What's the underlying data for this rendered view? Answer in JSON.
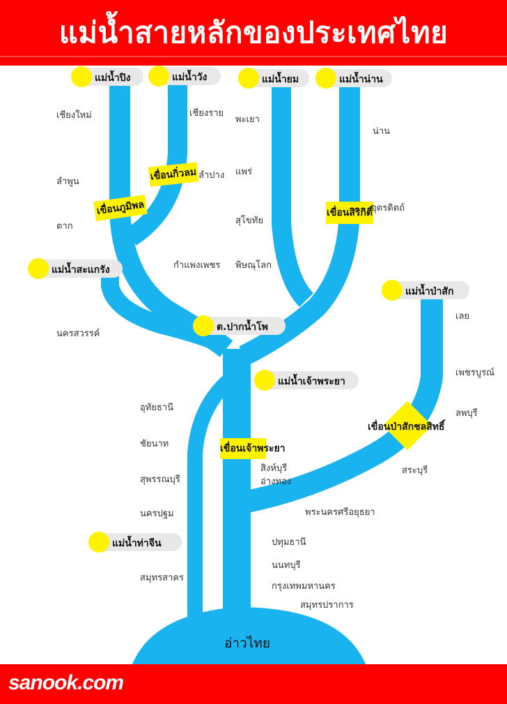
{
  "title": "แม่น้ำสายหลักของประเทศไทย",
  "footer": {
    "logo": "sanook.com"
  },
  "colors": {
    "header": "#ff0000",
    "river": "#19b4f0",
    "marker": "#fff200",
    "pill": "#e8e8e8"
  },
  "rivers": {
    "ping": "แม่น้ำปิง",
    "wang": "แม่น้ำวัง",
    "yom": "แม่น้ำยม",
    "nan": "แม่น้ำน่าน",
    "sakae_krang": "แม่น้ำสะแกรัง",
    "pa_sak": "แม่น้ำป่าสัก",
    "confluence": "ต.ปากน้ำโพ",
    "chao_phraya": "แม่น้ำเจ้าพระยา",
    "tha_chin": "แม่น้ำท่าจีน"
  },
  "dams": {
    "kiw_lom": "เขื่อนกิ่วลม",
    "bhumibol": "เขื่อนภูมิพล",
    "sirikit": "เขื่อนสิริกิติ์",
    "pa_sak_jolasid": "เขื่อนป่าสักชลสิทธิ์",
    "chao_phraya": "เขื่อนเจ้าพระยา"
  },
  "provinces": {
    "chiang_mai": "เชียงใหม่",
    "chiang_rai": "เชียงราย",
    "phayao": "พะเยา",
    "nan": "น่าน",
    "lampang": "ลำปาง",
    "lamphun": "ลำพูน",
    "phrae": "แพร่",
    "uttaradit": "อุตรดิตถ์",
    "tak": "ตาก",
    "sukhothai": "สุโขทัย",
    "kamphaeng_phet": "กำแพงเพชร",
    "phitsanulok": "พิษณุโลก",
    "loei": "เลย",
    "nakhon_sawan": "นครสวรรค์",
    "phetchabun": "เพชรบูรณ์",
    "lopburi": "ลพบุรี",
    "uthai_thani": "อุทัยธานี",
    "chai_nat": "ชัยนาท",
    "saraburi": "สระบุรี",
    "sing_buri": "สิงห์บุรี",
    "ang_thong": "อ่างทอง",
    "suphan_buri": "สุพรรณบุรี",
    "nakhon_pathom": "นครปฐม",
    "ayutthaya": "พระนครศรีอยุธยา",
    "pathum_thani": "ปทุมธานี",
    "samut_sakhon": "สมุทรสาคร",
    "nonthaburi": "นนทบุรี",
    "bangkok": "กรุงเทพมหานคร",
    "samut_prakan": "สมุทรปราการ"
  },
  "gulf": "อ่าวไทย"
}
